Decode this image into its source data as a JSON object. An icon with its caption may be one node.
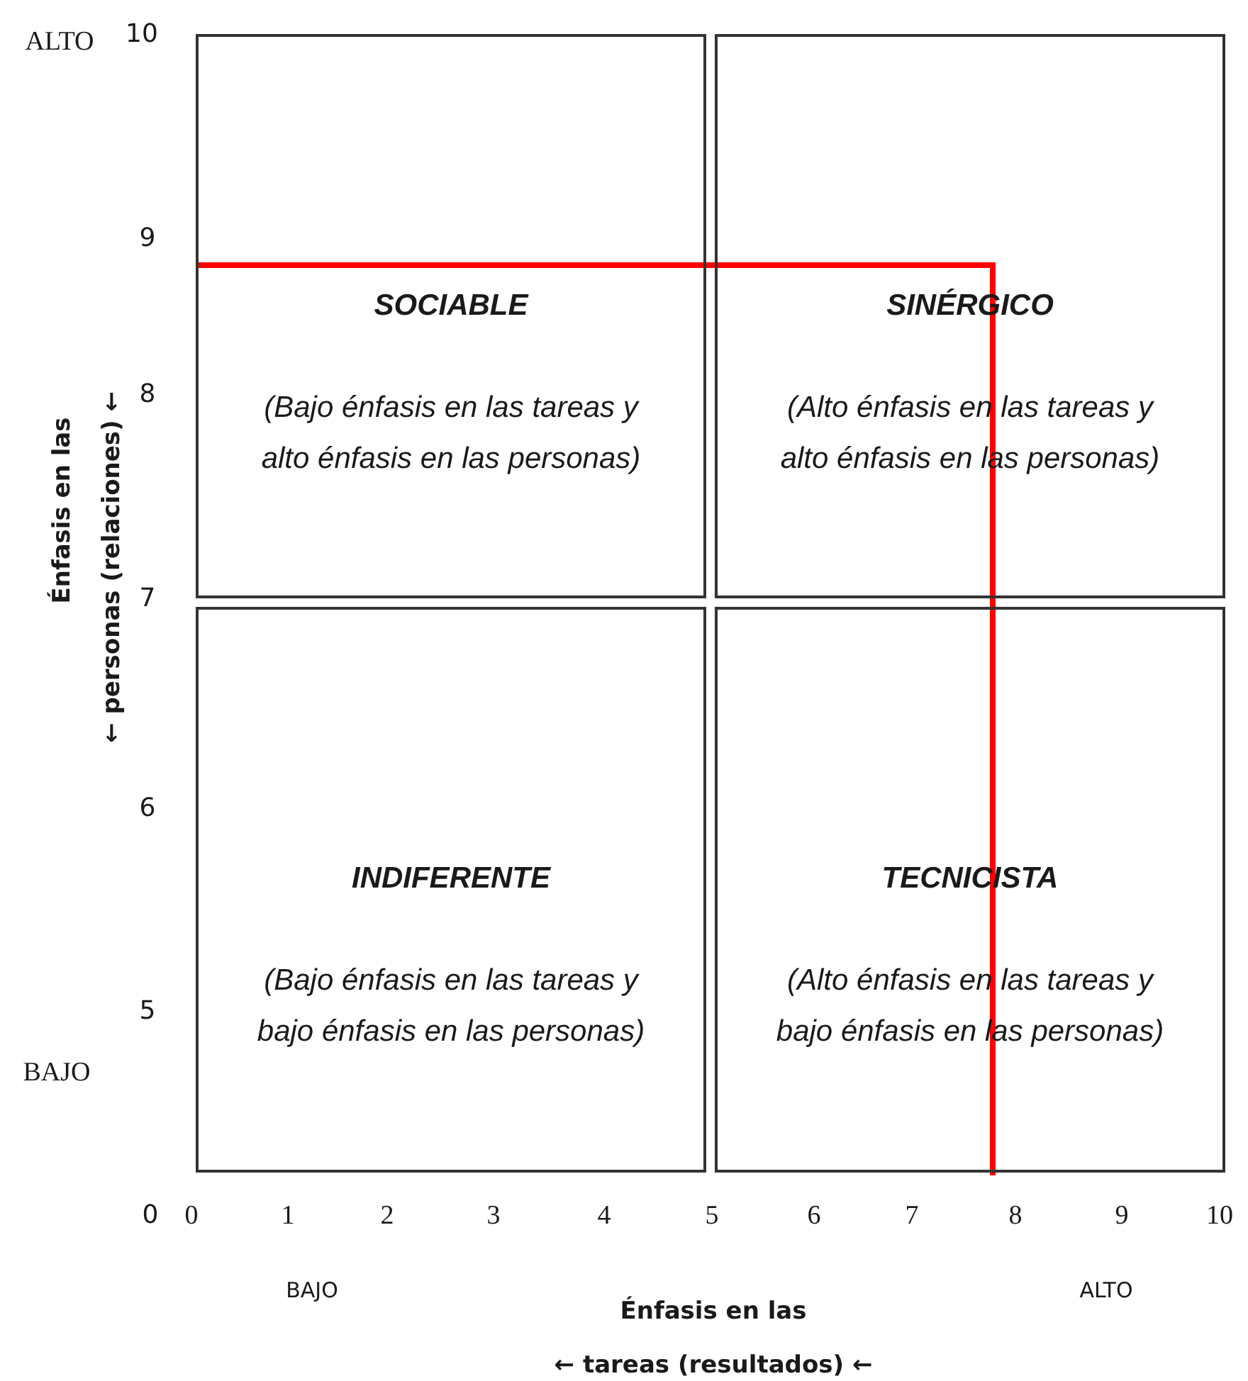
{
  "diagram": {
    "nodes": [
      {
        "text": [
          "SOCIABLE",
          "(Bajo énfasis en las tareas y alto énfasis en las personas)"
        ]
      },
      {
        "text": [
          "SINÉRGICO",
          "(Alto énfasis en las tareas y alto énfasis en las personas)"
        ]
      },
      {
        "text": [
          "INDIFERENTE",
          "(Bajo énfasis en las tareas y bajo énfasis en las personas)"
        ]
      },
      {
        "text": [
          "TECNICISTA",
          "(Alto énfasis en las tareas y bajo énfasis en las personas)"
        ]
      }
    ],
    "labels": [
      "ALTO",
      "10",
      "9",
      "8",
      "7",
      "6",
      "5",
      "BAJO",
      "0",
      "0",
      "1",
      "2",
      "3",
      "4",
      "5",
      "6",
      "7",
      "8",
      "9",
      "10",
      "BAJO",
      "ALTO",
      "Énfasis en las",
      "← tareas (resultados) ←",
      "Énfasis en las",
      "← personas (relaciones) ←"
    ]
  }
}
